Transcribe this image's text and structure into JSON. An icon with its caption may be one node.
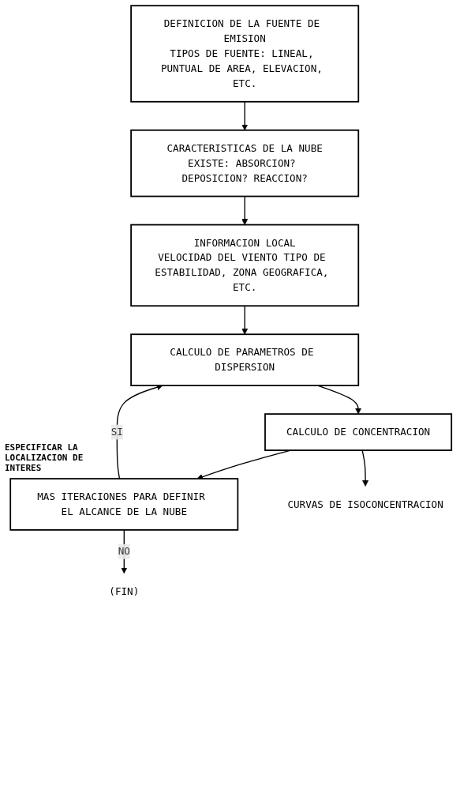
{
  "diagram": {
    "nodes": [
      {
        "text": [
          "DEFINICION DE LA FUENTE DE EMISION",
          "TIPOS DE FUENTE: LINEAL, PUNTUAL DE AREA, ELEVACION, ETC."
        ]
      },
      {
        "text": [
          "CARACTERISTICAS DE LA NUBE",
          "EXISTE: ABSORCION? DEPOSICION? REACCION?"
        ]
      },
      {
        "text": [
          "INFORMACION LOCAL",
          "VELOCIDAD DEL VIENTO TIPO DE ESTABILIDAD, ZONA GEOGRAFICA, ETC."
        ]
      },
      {
        "text": [
          "CALCULO DE PARAMETROS DE DISPERSION"
        ]
      },
      {
        "text": [
          "CALCULO DE CONCENTRACION"
        ]
      },
      {
        "text": [
          "MAS ITERACIONES PARA DEFINIR EL ALCANCE DE LA NUBE"
        ]
      },
      {
        "text": [
          "(FIN)"
        ]
      },
      {
        "text": [
          "CURVAS DE ISOCONCENTRACION"
        ]
      }
    ],
    "edges": [
      {
        "from": 0,
        "to": 1,
        "arrow": "to"
      },
      {
        "from": 1,
        "to": 2,
        "arrow": "to"
      },
      {
        "from": 2,
        "to": 3,
        "arrow": "to"
      },
      {
        "from": 3,
        "to": 4,
        "arrow": "to"
      },
      {
        "from": 4,
        "to": 5,
        "arrow": "to"
      },
      {
        "from": 5,
        "to": 3,
        "arrow": "to",
        "label": "SI"
      },
      {
        "from": 5,
        "to": 6,
        "arrow": "to",
        "label": "NO"
      },
      {
        "from": 4,
        "to": 7,
        "arrow": "to"
      }
    ],
    "labels": [
      "ESPECIFICAR LA LOCALIZACION DE INTERES"
    ]
  }
}
